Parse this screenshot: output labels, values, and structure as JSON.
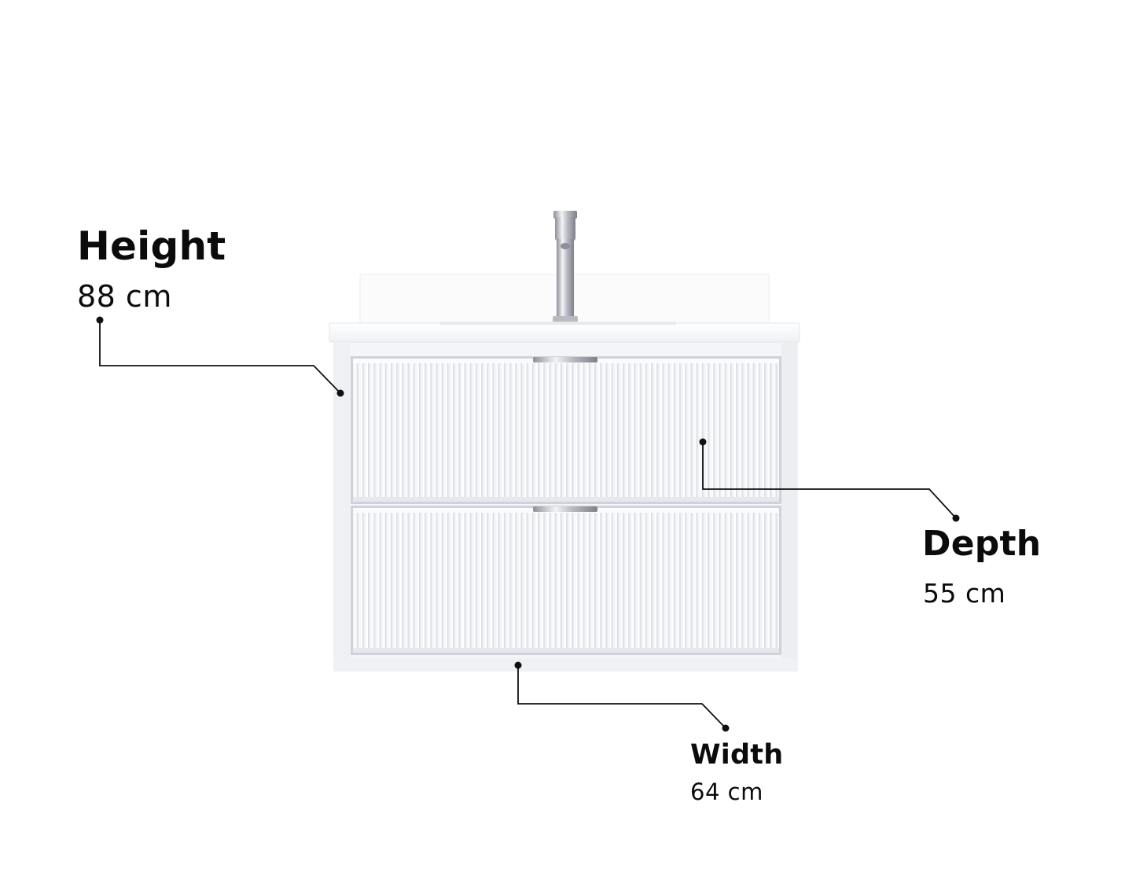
{
  "dimensions": {
    "height": {
      "label": "Height",
      "value": "88 cm"
    },
    "depth": {
      "label": "Depth",
      "value": "55 cm"
    },
    "width": {
      "label": "Width",
      "value": "64 cm"
    }
  },
  "colors": {
    "text": "#0b0b0b",
    "leader_line": "#111111",
    "cabinet_white": "#f4f5f8",
    "cabinet_shadow": "#dcdee5",
    "chrome": "#c9ccd2"
  },
  "icons": [
    "faucet-icon"
  ]
}
